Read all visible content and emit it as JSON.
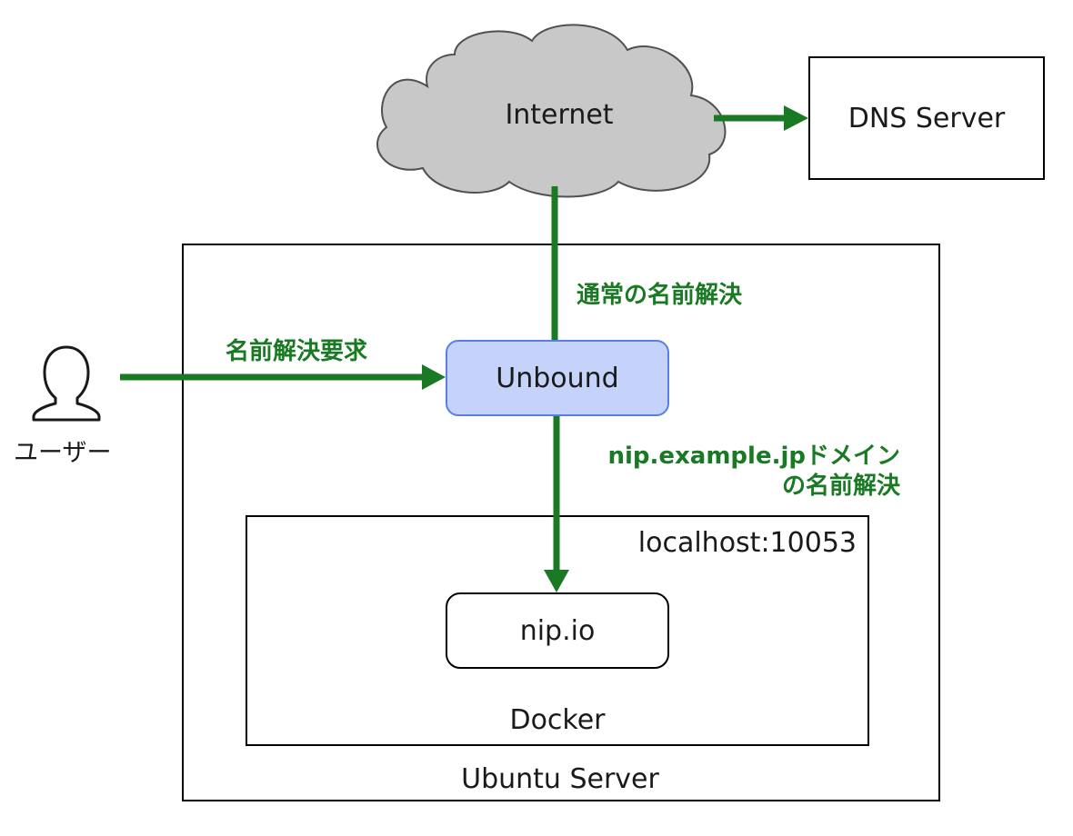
{
  "nodes": {
    "internet": "Internet",
    "dns_server": "DNS Server",
    "ubuntu_server": "Ubuntu Server",
    "unbound": "Unbound",
    "docker": "Docker",
    "docker_port": "localhost:10053",
    "nipio": "nip.io",
    "user": "ユーザー"
  },
  "edges": {
    "user_to_unbound": "名前解決要求",
    "unbound_to_internet": "通常の名前解決",
    "unbound_to_docker_line1": "nip.example.jpドメイン",
    "unbound_to_docker_line2": "の名前解決"
  },
  "colors": {
    "arrow": "#1a7a24",
    "cloud_fill": "#c8c8c8",
    "unbound_fill": "#c5d3fb",
    "unbound_border": "#5a7ee6"
  },
  "icons": {
    "user": "user-icon",
    "cloud": "cloud-icon"
  }
}
